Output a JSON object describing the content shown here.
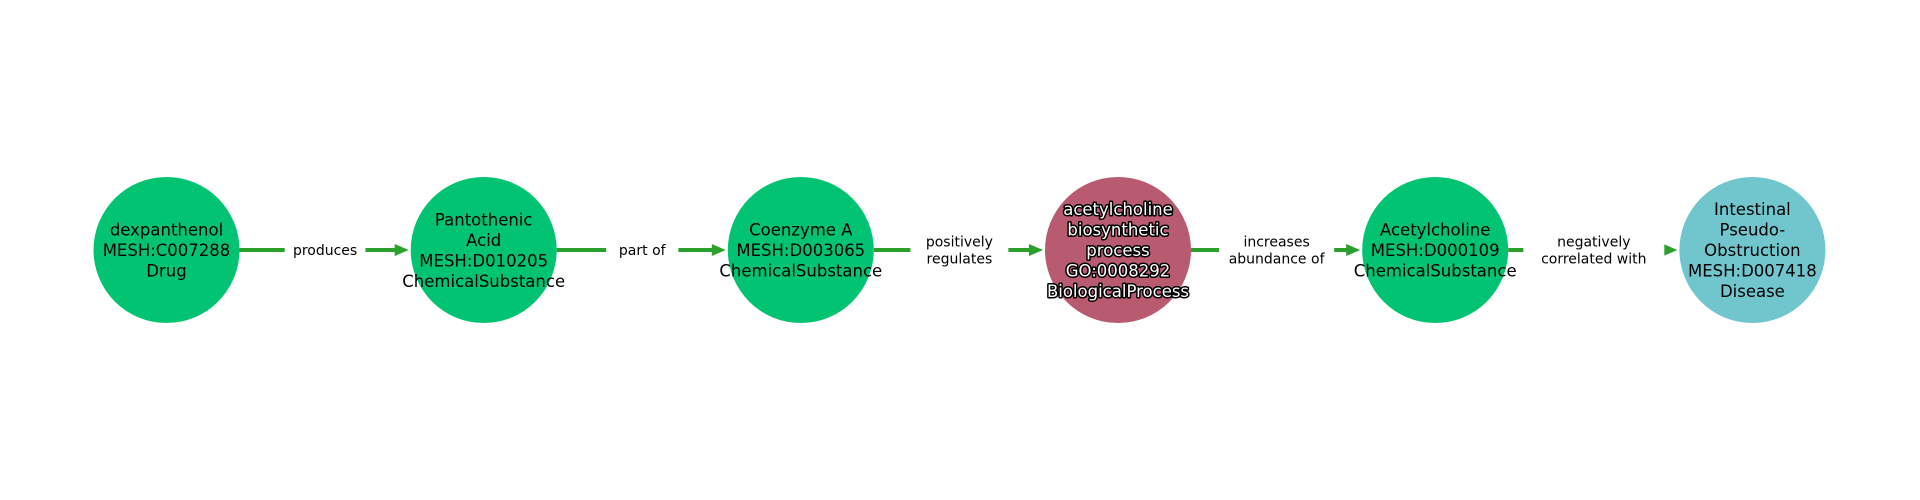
{
  "colors": {
    "edge": "#2ca02c",
    "Drug": "#02c372",
    "ChemicalSubstance": "#02c372",
    "BiologicalProcess": "#b85a70",
    "Disease": "#70c6cc"
  },
  "nodes": [
    {
      "lines": [
        "dexpanthenol",
        "MESH:C007288",
        "Drug"
      ],
      "type": "Drug"
    },
    {
      "lines": [
        "Pantothenic",
        "Acid",
        "MESH:D010205",
        "ChemicalSubstance"
      ],
      "type": "ChemicalSubstance"
    },
    {
      "lines": [
        "Coenzyme A",
        "MESH:D003065",
        "ChemicalSubstance"
      ],
      "type": "ChemicalSubstance"
    },
    {
      "lines": [
        "acetylcholine",
        "biosynthetic",
        "process",
        "GO:0008292",
        "BiologicalProcess"
      ],
      "type": "BiologicalProcess",
      "outlined": true
    },
    {
      "lines": [
        "Acetylcholine",
        "MESH:D000109",
        "ChemicalSubstance"
      ],
      "type": "ChemicalSubstance"
    },
    {
      "lines": [
        "Intestinal",
        "Pseudo-",
        "Obstruction",
        "MESH:D007418",
        "Disease"
      ],
      "type": "Disease"
    }
  ],
  "edges": [
    {
      "lines": [
        "produces"
      ]
    },
    {
      "lines": [
        "part of"
      ]
    },
    {
      "lines": [
        "positively",
        "regulates"
      ]
    },
    {
      "lines": [
        "increases",
        "abundance of"
      ]
    },
    {
      "lines": [
        "negatively",
        "correlated with"
      ]
    }
  ]
}
